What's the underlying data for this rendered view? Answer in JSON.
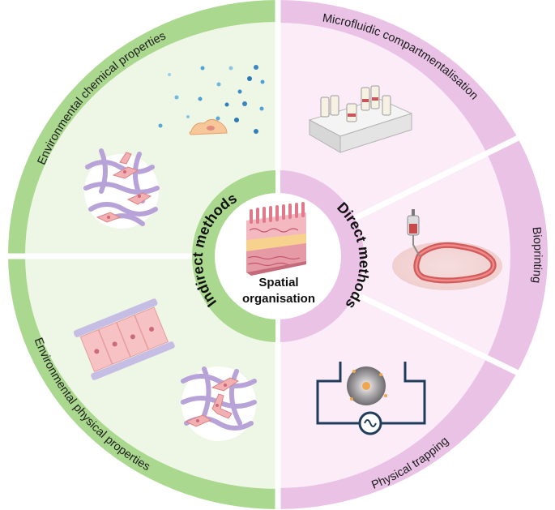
{
  "center": {
    "label_line1": "Spatial",
    "label_line2": "organisation"
  },
  "methods": {
    "indirect": "Indirect methods",
    "direct": "Direct methods"
  },
  "segments": {
    "env_chemical": "Environmental chemical properties",
    "env_physical": "Environmental physical properties",
    "microfluidic": "Microfluidic compartmentalisation",
    "bioprinting": "Bioprinting",
    "physical_trapping": "Physical trapping"
  },
  "colors": {
    "indirect_ring": "#a9d88e",
    "indirect_fill": "#eef7e6",
    "direct_ring": "#e9c2e6",
    "direct_fill": "#fbecf8",
    "divider": "#ffffff"
  }
}
